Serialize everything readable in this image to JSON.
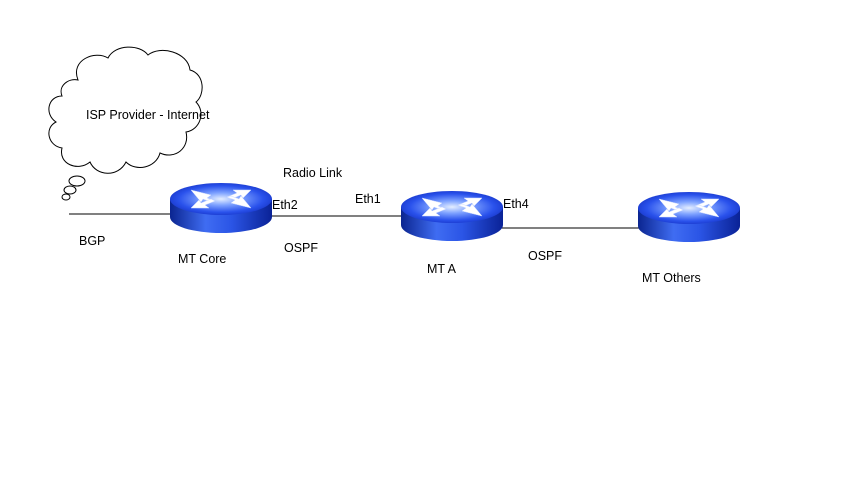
{
  "cloud": {
    "label": "ISP Provider - Internet"
  },
  "routers": {
    "core": {
      "name": "MT Core",
      "icon": "router-icon"
    },
    "a": {
      "name": "MT A",
      "icon": "router-icon"
    },
    "others": {
      "name": "MT Others",
      "icon": "router-icon"
    }
  },
  "links": {
    "bgp": {
      "label": "BGP"
    },
    "radio": {
      "label": "Radio Link",
      "protocol": "OSPF",
      "port_core": "Eth2",
      "port_a": "Eth1"
    },
    "a_others": {
      "protocol": "OSPF",
      "port_a": "Eth4"
    }
  },
  "colors": {
    "router_top_center": "#e0ecff",
    "router_top_edge": "#1f45e0",
    "router_side_dark": "#0a26a8",
    "router_side_light": "#3e6cf4",
    "line": "#000000"
  }
}
